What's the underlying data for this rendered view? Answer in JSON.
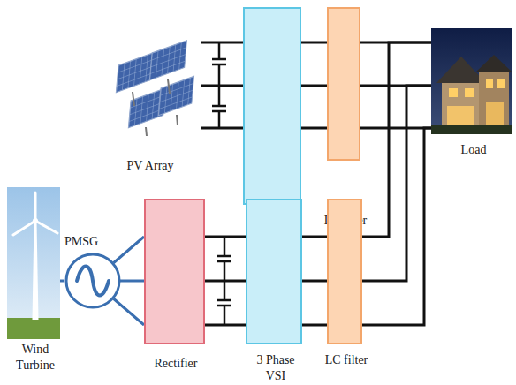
{
  "diagram": {
    "nodes": [
      {
        "text": [
          "PV Array"
        ]
      },
      {
        "text": [
          "3 Phase VSI"
        ]
      },
      {
        "text": [
          "LC filter"
        ]
      },
      {
        "text": [
          "Load"
        ]
      },
      {
        "text": [
          "Wind Turbine"
        ]
      },
      {
        "text": [
          "PMSG"
        ]
      },
      {
        "text": [
          "Rectifier"
        ]
      },
      {
        "text": [
          "3 Phase VSI"
        ]
      },
      {
        "text": [
          "LC filter"
        ]
      }
    ],
    "edges": [
      {
        "from": 0,
        "to": 1,
        "arrow": "none"
      },
      {
        "from": 1,
        "to": 2,
        "arrow": "none"
      },
      {
        "from": 2,
        "to": 3,
        "arrow": "none"
      },
      {
        "from": 4,
        "to": 5,
        "arrow": "none"
      },
      {
        "from": 5,
        "to": 6,
        "arrow": "none"
      },
      {
        "from": 6,
        "to": 7,
        "arrow": "none"
      },
      {
        "from": 7,
        "to": 8,
        "arrow": "none"
      },
      {
        "from": 8,
        "to": 3,
        "arrow": "none"
      }
    ]
  }
}
